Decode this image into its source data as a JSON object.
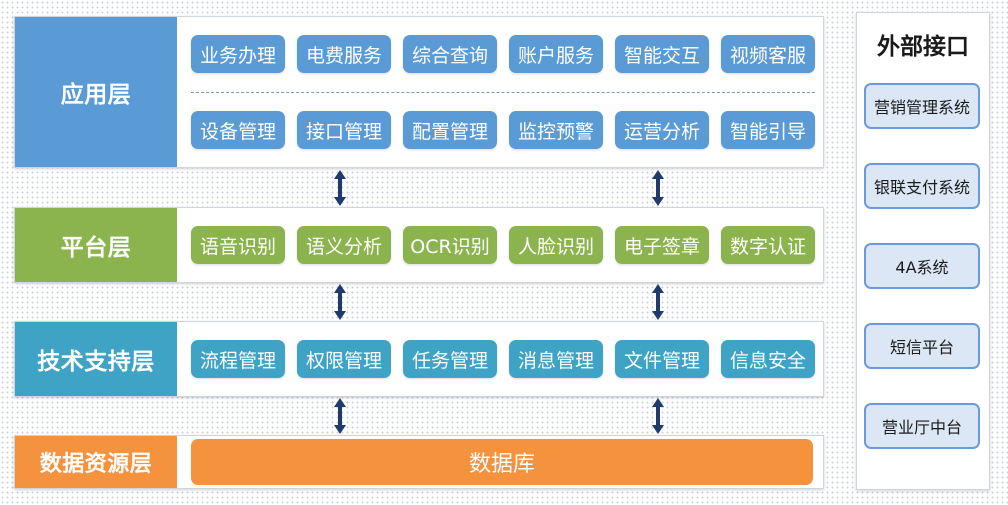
{
  "layers": {
    "application": {
      "label": "应用层",
      "row1": [
        "业务办理",
        "电费服务",
        "综合查询",
        "账户服务",
        "智能交互",
        "视频客服"
      ],
      "row2": [
        "设备管理",
        "接口管理",
        "配置管理",
        "监控预警",
        "运营分析",
        "智能引导"
      ]
    },
    "platform": {
      "label": "平台层",
      "items": [
        "语音识别",
        "语义分析",
        "OCR识别",
        "人脸识别",
        "电子签章",
        "数字认证"
      ]
    },
    "tech_support": {
      "label": "技术支持层",
      "items": [
        "流程管理",
        "权限管理",
        "任务管理",
        "消息管理",
        "文件管理",
        "信息安全"
      ]
    },
    "data_resource": {
      "label": "数据资源层",
      "database": "数据库"
    }
  },
  "external": {
    "title": "外部接口",
    "items": [
      "营销管理系统",
      "银联支付系统",
      "4A系统",
      "短信平台",
      "营业厅中台"
    ]
  },
  "colors": {
    "application": "#5b9bd5",
    "platform": "#8cb44e",
    "tech_support": "#3fa3c6",
    "data_resource": "#f5923e",
    "arrow": "#1f3a6b",
    "external_item_border": "#6b9bd8",
    "external_item_fill": "#dce7f5"
  }
}
